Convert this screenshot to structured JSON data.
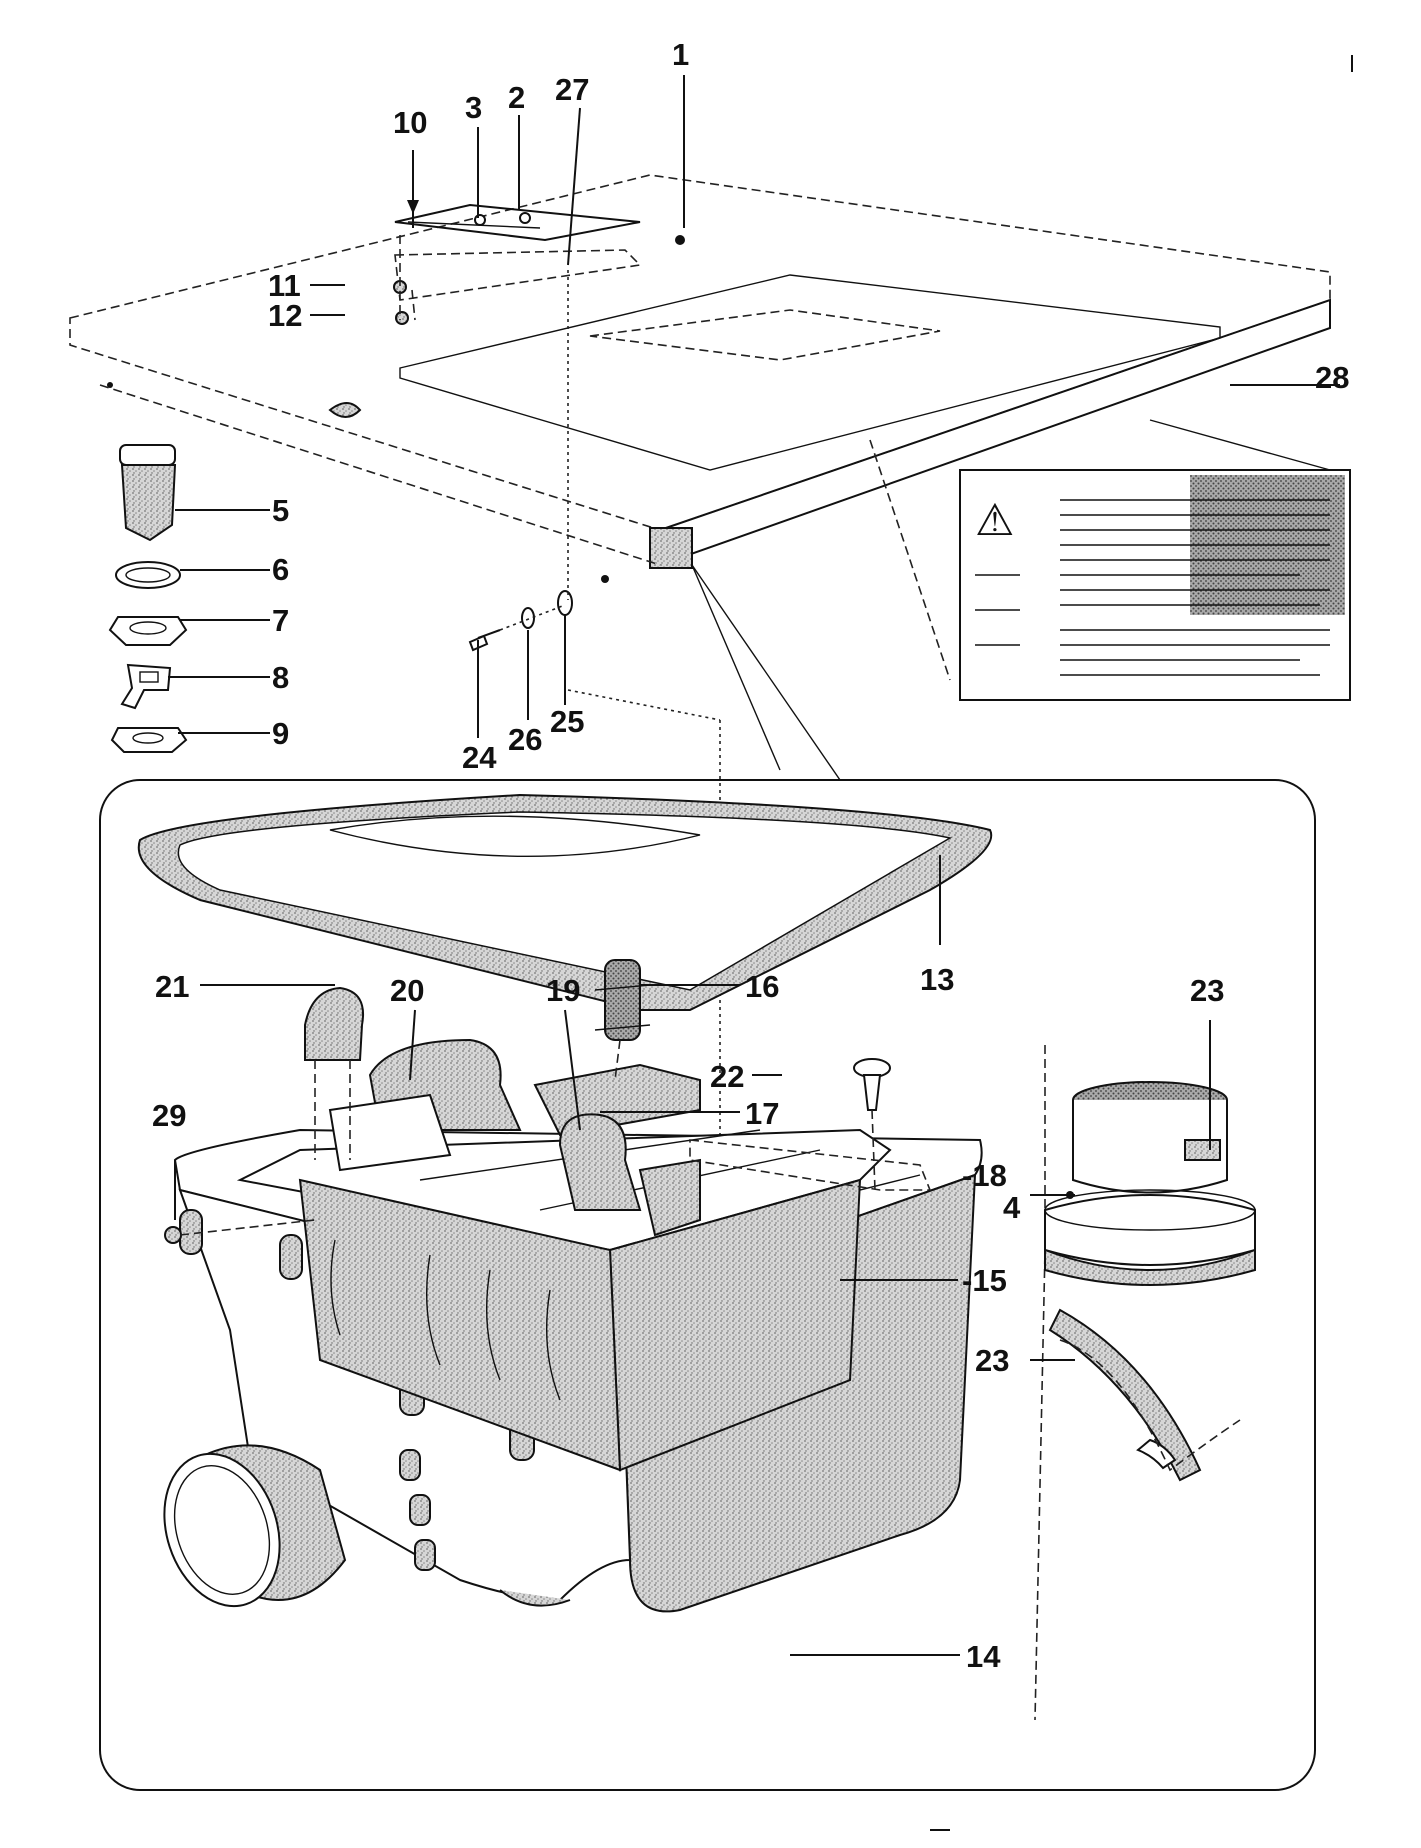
{
  "callouts": {
    "c1": "1",
    "c2": "2",
    "c3": "3",
    "c4": "4",
    "c5": "5",
    "c6": "6",
    "c7": "7",
    "c8": "8",
    "c9": "9",
    "c10": "10",
    "c11": "11",
    "c12": "12",
    "c13": "13",
    "c14": "14",
    "c15": "-15",
    "c16": "16",
    "c17": "17",
    "c18": "-18",
    "c19": "19",
    "c20": "20",
    "c21": "21",
    "c22": "22",
    "c23a": "23",
    "c23b": "23",
    "c24": "24",
    "c25": "25",
    "c26": "26",
    "c27": "27",
    "c28": "28",
    "c29": "29"
  },
  "warning_label": {
    "symbol": "⚠",
    "icon": "warning-triangle-icon"
  },
  "colors": {
    "ink": "#111111",
    "shade": "#9a9a9a",
    "paper": "#ffffff"
  }
}
